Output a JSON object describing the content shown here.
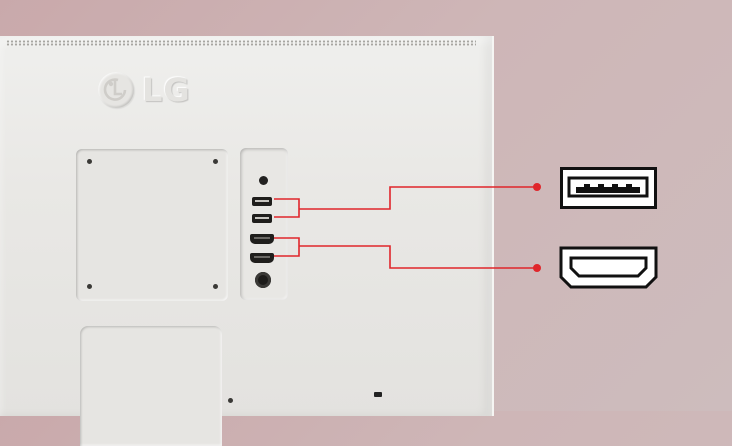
{
  "brand": {
    "logo_text": "LG",
    "logo_icon": "lg-logo-icon"
  },
  "ports": [
    {
      "type": "usb",
      "count": 2,
      "icon": "usb-port-icon"
    },
    {
      "type": "hdmi",
      "count": 2,
      "icon": "hdmi-port-icon"
    }
  ],
  "colors": {
    "callout_line": "#e0262b",
    "background": "#c9a9ab",
    "monitor_body": "#e9e8e5",
    "icon_stroke": "#111111"
  }
}
